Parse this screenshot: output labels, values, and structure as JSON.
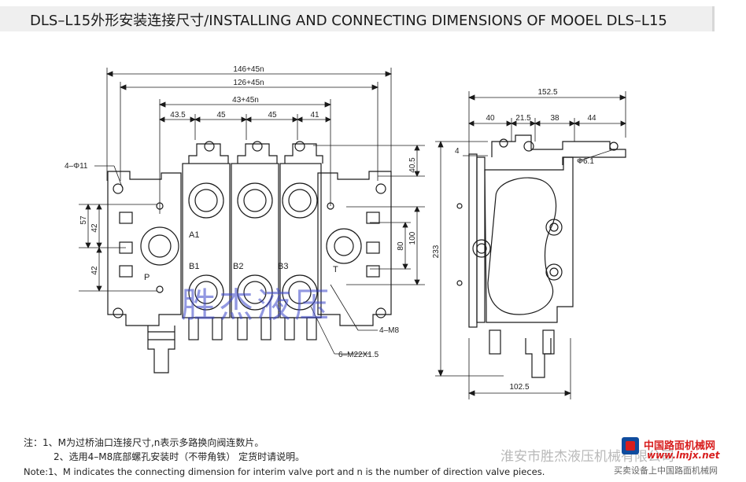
{
  "title": "DLS–L15外形安装连接尺寸/INSTALLING AND CONNECTING DIMENSIONS OF MOOEL DLS–L15",
  "front_view": {
    "dims": {
      "overall_width": "146+45n",
      "mount_width": "126+45n",
      "section_span": "43+45n",
      "pitch_1": "43.5",
      "pitch_2": "45",
      "pitch_3": "45",
      "pitch_4": "41",
      "top_offset": "40.5",
      "h_57": "57",
      "h_42_top": "42",
      "h_42_bottom": "42",
      "h_80": "80",
      "h_100": "100",
      "hole_dia": "4–Φ11"
    },
    "labels": {
      "a1": "A1",
      "b1": "B1",
      "b2": "B2",
      "b3": "B3",
      "p": "P",
      "t": "T",
      "m8": "4–M8",
      "m22": "6–M22X1.5"
    }
  },
  "side_view": {
    "dims": {
      "overall_depth": "152.5",
      "d_40": "40",
      "d_21_5": "21.5",
      "d_38": "38",
      "d_44": "44",
      "d_4": "4",
      "pin_dia": "Φ6.1",
      "height": "233",
      "base": "102.5"
    }
  },
  "watermark": "胜杰液压",
  "notes": {
    "line1": "注：1、M为过桥油口连接尺寸,n表示多路换向阀连数片。",
    "line2": "2、选用4–M8底部螺孔安装时（不带角铁） 定货时请说明。",
    "line3": "Note:1、M indicates the connecting dimension for interim valve port and n is the number of direction valve pieces."
  },
  "footer": {
    "company": "淮安市胜杰液压机械有限公司",
    "site_cn": "中国路面机械网",
    "site_url": "www.lmjx.net",
    "tagline": "买卖设备上中国路面机械网"
  },
  "colors": {
    "line": "#1a1a1a",
    "watermark": "#3a45c9",
    "brand_red": "#d81e1e"
  }
}
